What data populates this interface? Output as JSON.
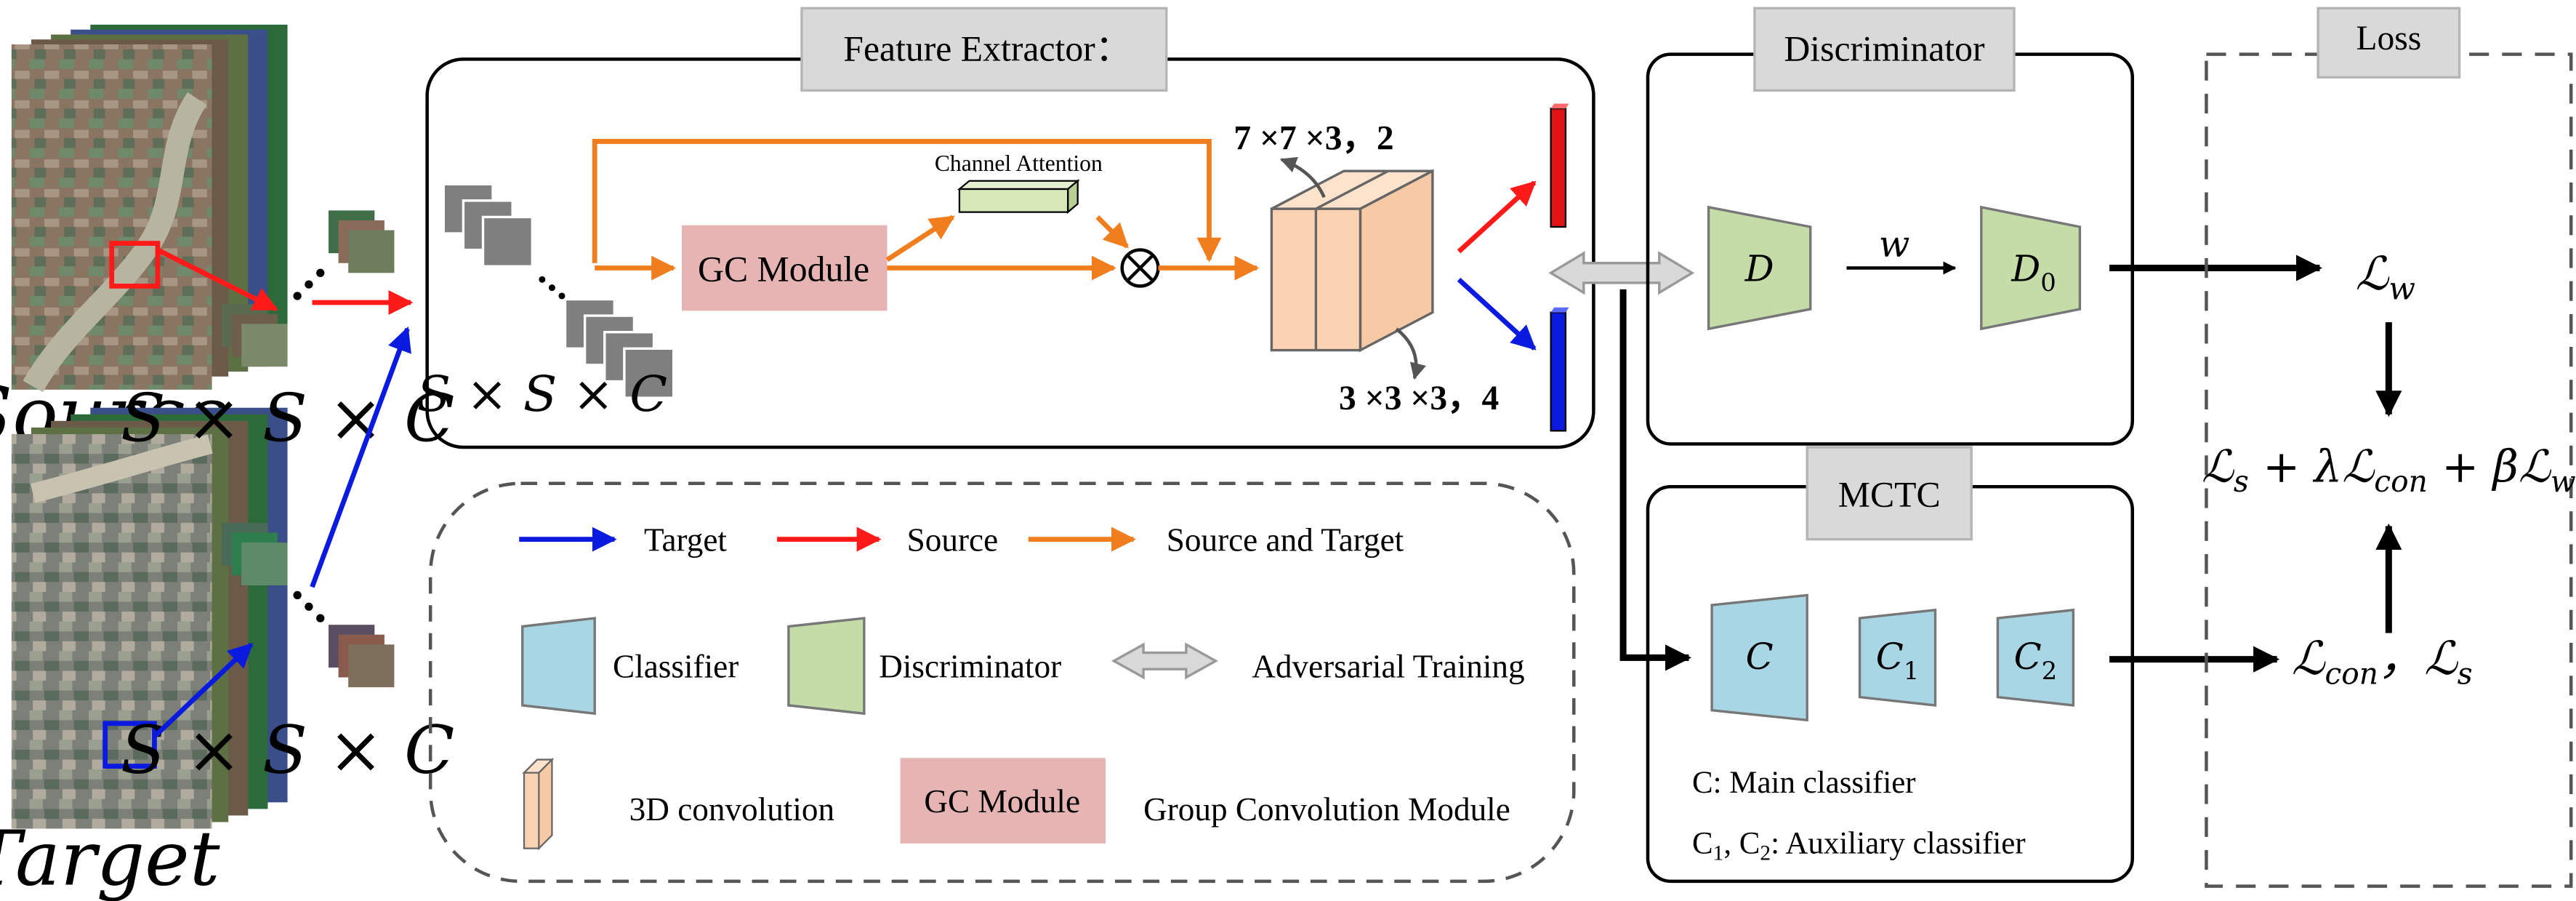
{
  "inputs": {
    "source_label": "Source",
    "target_label": "Target",
    "patch_size_source": "S × S × C",
    "patch_size_target": "S × S × C"
  },
  "feature_extractor": {
    "title": "Feature Extractor：",
    "input_size": "S × S × C",
    "gc_module": "GC Module",
    "channel_attention": "Channel Attention",
    "kernel_top": "7 ×7 ×3，2",
    "kernel_bottom": "3 ×3 ×3，4"
  },
  "discriminator": {
    "title": "Discriminator",
    "d_label": "D",
    "w_label": "w",
    "d0_base": "D",
    "d0_sub": "0"
  },
  "mctc": {
    "title": "MCTC",
    "c_label": "C",
    "c1_base": "C",
    "c1_sub": "1",
    "c2_base": "C",
    "c2_sub": "2",
    "main_classifier_note": "C: Main classifier",
    "aux_classifier_note_prefix": "C",
    "aux_classifier_note_sub1": "1",
    "aux_classifier_note_sep": ", C",
    "aux_classifier_note_sub2": "2",
    "aux_classifier_note_suffix": ": Auxiliary classifier"
  },
  "loss": {
    "title": "Loss",
    "lw_base": "ℒ",
    "lw_sub": "w",
    "total_l": "ℒ",
    "total_s": "s",
    "total_mid": " + λℒ",
    "total_con": "con",
    "total_beta": " + βℒ",
    "total_w": "w",
    "lcon_l": "ℒ",
    "lcon_sub": "con",
    "lcon_sep": "，ℒ",
    "lcon_s": "s"
  },
  "legend": {
    "target": "Target",
    "source": "Source",
    "source_and_target": "Source and Target",
    "classifier": "Classifier",
    "discriminator": "Discriminator",
    "adversarial_training": "Adversarial Training",
    "conv3d": "3D convolution",
    "gc_module": "GC Module",
    "group_conv_module": "Group Convolution Module"
  },
  "colors": {
    "source_arrow": "#ff1a1a",
    "target_arrow": "#0a1adf",
    "shared_arrow": "#f07d1e",
    "classifier_fill": "#a8d6e4",
    "discriminator_fill": "#c5dca8",
    "gc_fill": "#e7b4b4",
    "conv3d_fill": "#fbd3b3",
    "attention_fill": "#d6e8b8",
    "title_box_fill": "#d9d9d9"
  }
}
